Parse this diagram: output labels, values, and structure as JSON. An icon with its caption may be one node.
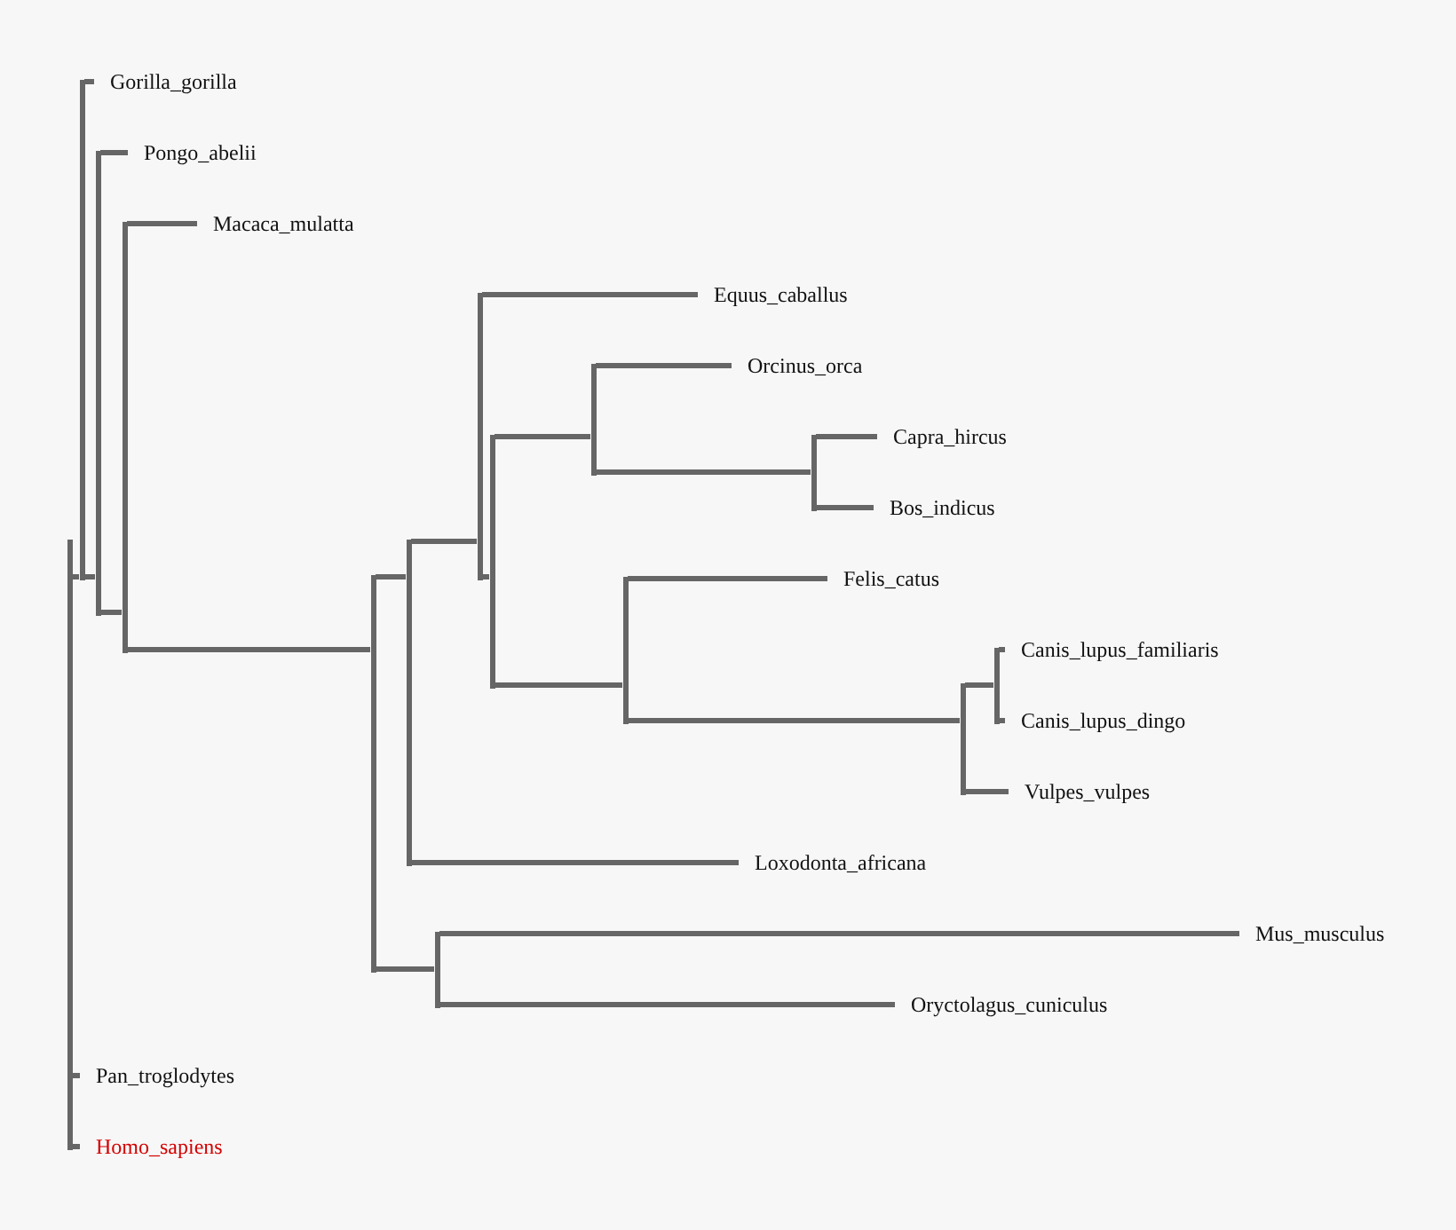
{
  "diagram": {
    "nodes": [
      {
        "text": [
          "Gorilla_gorilla"
        ]
      },
      {
        "text": [
          "Pongo_abelii"
        ]
      },
      {
        "text": [
          "Macaca_mulatta"
        ]
      },
      {
        "text": [
          "Equus_caballus"
        ]
      },
      {
        "text": [
          "Orcinus_orca"
        ]
      },
      {
        "text": [
          "Capra_hircus"
        ]
      },
      {
        "text": [
          "Bos_indicus"
        ]
      },
      {
        "text": [
          "Felis_catus"
        ]
      },
      {
        "text": [
          "Canis_lupus_familiaris"
        ]
      },
      {
        "text": [
          "Canis_lupus_dingo"
        ]
      },
      {
        "text": [
          "Vulpes_vulpes"
        ]
      },
      {
        "text": [
          "Loxodonta_africana"
        ]
      },
      {
        "text": [
          "Mus_musculus"
        ]
      },
      {
        "text": [
          "Oryctolagus_cuniculus"
        ]
      },
      {
        "text": [
          "Pan_troglodytes"
        ]
      },
      {
        "text": [
          "Homo_sapiens"
        ]
      },
      {
        "text": [],
        "shape": "bar"
      },
      {
        "text": [],
        "shape": "bar"
      },
      {
        "text": [],
        "shape": "bar"
      },
      {
        "text": [],
        "shape": "bar"
      },
      {
        "text": [],
        "shape": "bar"
      },
      {
        "text": [],
        "shape": "bar"
      },
      {
        "text": [],
        "shape": "bar"
      },
      {
        "text": [],
        "shape": "bar"
      },
      {
        "text": [],
        "shape": "bar"
      },
      {
        "text": [],
        "shape": "bar"
      },
      {
        "text": [],
        "shape": "bar"
      },
      {
        "text": [],
        "shape": "bar"
      },
      {
        "text": [],
        "shape": "bar"
      },
      {
        "text": [],
        "shape": "bar"
      }
    ],
    "edges": [
      {
        "from": 16,
        "to": 17,
        "arrow": "none"
      },
      {
        "from": 16,
        "to": 14,
        "arrow": "none"
      },
      {
        "from": 16,
        "to": 15,
        "arrow": "none"
      },
      {
        "from": 17,
        "to": 0,
        "arrow": "none"
      },
      {
        "from": 17,
        "to": 18,
        "arrow": "none"
      },
      {
        "from": 18,
        "to": 1,
        "arrow": "none"
      },
      {
        "from": 18,
        "to": 19,
        "arrow": "none"
      },
      {
        "from": 19,
        "to": 2,
        "arrow": "none"
      },
      {
        "from": 19,
        "to": 20,
        "arrow": "none"
      },
      {
        "from": 20,
        "to": 21,
        "arrow": "none"
      },
      {
        "from": 20,
        "to": 29,
        "arrow": "none"
      },
      {
        "from": 21,
        "to": 22,
        "arrow": "none"
      },
      {
        "from": 21,
        "to": 11,
        "arrow": "none"
      },
      {
        "from": 22,
        "to": 3,
        "arrow": "none"
      },
      {
        "from": 22,
        "to": 23,
        "arrow": "none"
      },
      {
        "from": 23,
        "to": 24,
        "arrow": "none"
      },
      {
        "from": 23,
        "to": 26,
        "arrow": "none"
      },
      {
        "from": 24,
        "to": 4,
        "arrow": "none"
      },
      {
        "from": 24,
        "to": 25,
        "arrow": "none"
      },
      {
        "from": 25,
        "to": 5,
        "arrow": "none"
      },
      {
        "from": 25,
        "to": 6,
        "arrow": "none"
      },
      {
        "from": 26,
        "to": 7,
        "arrow": "none"
      },
      {
        "from": 26,
        "to": 27,
        "arrow": "none"
      },
      {
        "from": 27,
        "to": 28,
        "arrow": "none"
      },
      {
        "from": 27,
        "to": 10,
        "arrow": "none"
      },
      {
        "from": 28,
        "to": 8,
        "arrow": "none"
      },
      {
        "from": 28,
        "to": 9,
        "arrow": "none"
      },
      {
        "from": 29,
        "to": 12,
        "arrow": "none"
      },
      {
        "from": 29,
        "to": 13,
        "arrow": "none"
      }
    ]
  }
}
